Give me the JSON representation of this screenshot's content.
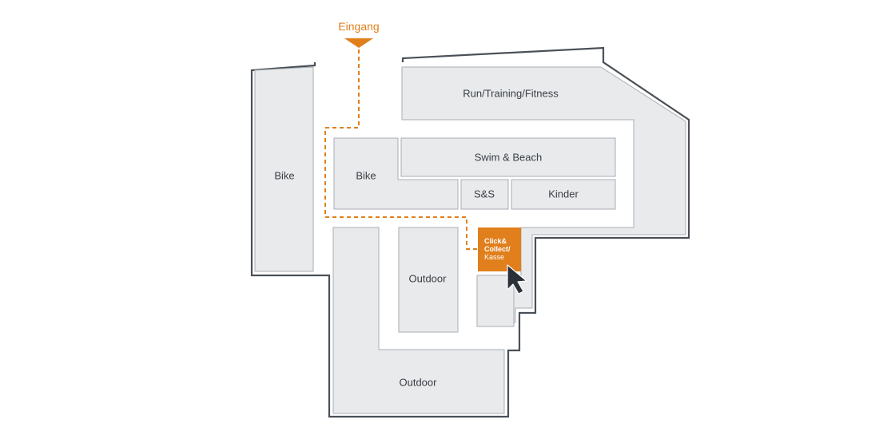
{
  "entrance": {
    "label": "Eingang"
  },
  "departments": {
    "bike_left": "Bike",
    "bike_center": "Bike",
    "run_training_fitness": "Run/Training/Fitness",
    "swim_beach": "Swim & Beach",
    "ss": "S&S",
    "kinder": "Kinder",
    "outdoor_middle": "Outdoor",
    "outdoor_bottom": "Outdoor"
  },
  "click_collect": {
    "line1": "Click&",
    "line2": "Collect/",
    "line3": "Kasse"
  },
  "colors": {
    "accent": "#e07f1c",
    "zone_fill": "#e8eaec",
    "outline": "#4a5057",
    "cursor": "#2b3038"
  },
  "icons": {
    "cursor": "mouse-pointer-icon",
    "entrance_marker": "triangle-down-icon"
  }
}
